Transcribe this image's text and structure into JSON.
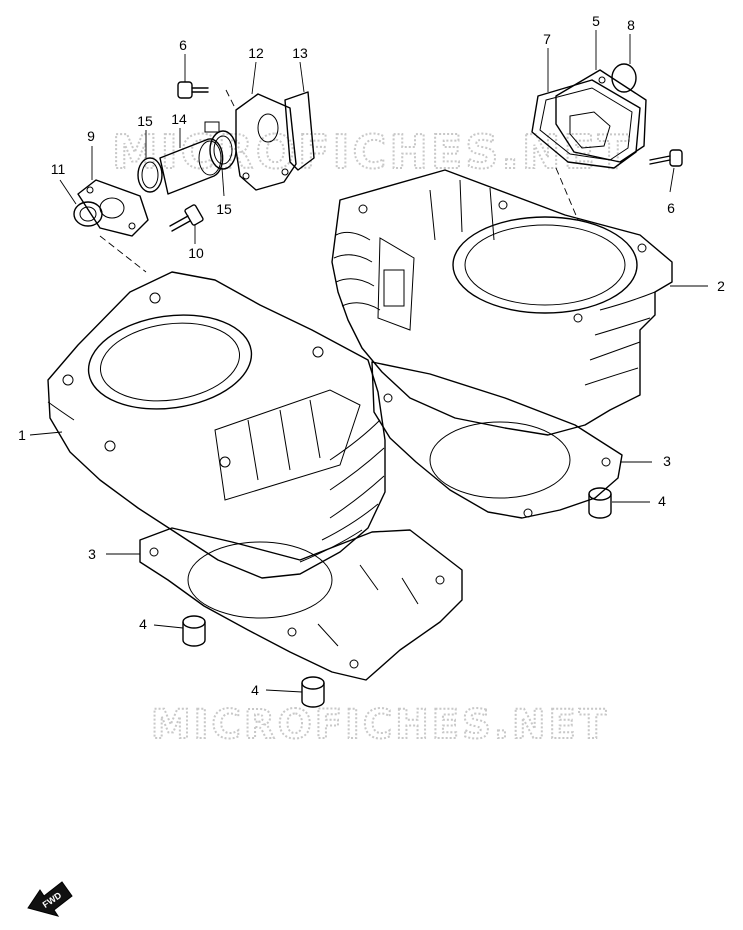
{
  "watermark": "MICROFICHES.NET",
  "fwd_label": "FWD",
  "callouts": [
    {
      "id": "c1",
      "label": "1"
    },
    {
      "id": "c2",
      "label": "2"
    },
    {
      "id": "c3a",
      "label": "3"
    },
    {
      "id": "c3b",
      "label": "3"
    },
    {
      "id": "c4a",
      "label": "4"
    },
    {
      "id": "c4b",
      "label": "4"
    },
    {
      "id": "c4c",
      "label": "4"
    },
    {
      "id": "c5",
      "label": "5"
    },
    {
      "id": "c6a",
      "label": "6"
    },
    {
      "id": "c6b",
      "label": "6"
    },
    {
      "id": "c7",
      "label": "7"
    },
    {
      "id": "c8",
      "label": "8"
    },
    {
      "id": "c9",
      "label": "9"
    },
    {
      "id": "c10",
      "label": "10"
    },
    {
      "id": "c11",
      "label": "11"
    },
    {
      "id": "c12",
      "label": "12"
    },
    {
      "id": "c13",
      "label": "13"
    },
    {
      "id": "c14",
      "label": "14"
    },
    {
      "id": "c15a",
      "label": "15"
    },
    {
      "id": "c15b",
      "label": "15"
    }
  ]
}
